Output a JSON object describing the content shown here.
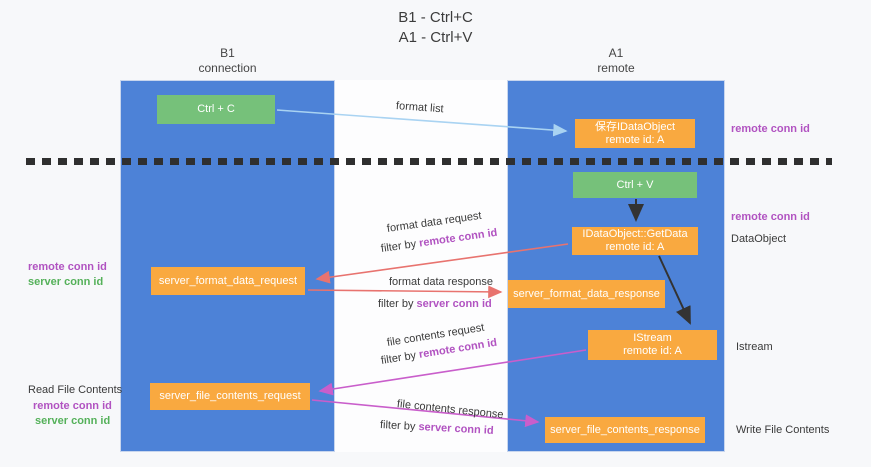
{
  "title": {
    "line1": "B1 - Ctrl+C",
    "line2": "A1 - Ctrl+V"
  },
  "lifelines": {
    "left": {
      "name": "B1",
      "role": "connection"
    },
    "right": {
      "name": "A1",
      "role": "remote"
    }
  },
  "boxes": {
    "ctrl_c": "Ctrl + C",
    "ctrl_v": "Ctrl + V",
    "save_idataobject": {
      "line1": "保存IDataObject",
      "line2": "remote id: A"
    },
    "getdata": {
      "line1": "IDataObject::GetData",
      "line2": "remote id: A"
    },
    "istream": {
      "line1": "IStream",
      "line2": "remote id: A"
    },
    "server_format_data_request": "server_format_data_request",
    "server_format_data_response": "server_format_data_response",
    "server_file_contents_request": "server_file_contents_request",
    "server_file_contents_response": "server_file_contents_response"
  },
  "messages": {
    "format_list": "format list",
    "format_data_request": "format data request",
    "format_data_response": "format data response",
    "file_contents_request": "file contents request",
    "file_contents_response": "file contents response",
    "filter_by": "filter by",
    "remote_conn_id": "remote conn id",
    "server_conn_id": "server conn id"
  },
  "side_labels": {
    "remote_conn_id": "remote conn id",
    "server_conn_id": "server conn id",
    "data_object": "DataObject",
    "istream": "Istream",
    "read_file_contents": "Read File Contents",
    "write_file_contents": "Write File Contents"
  },
  "colors": {
    "column_blue": "#4d82d7",
    "box_green": "#76c17a",
    "box_orange": "#f9a940",
    "arrow_light_blue": "#a9d3f2",
    "arrow_red": "#e8736f",
    "arrow_magenta": "#c95ecb",
    "arrow_black": "#333333",
    "label_purple": "#b153c1",
    "label_green": "#55b15a",
    "background": "#f7f8fa"
  }
}
